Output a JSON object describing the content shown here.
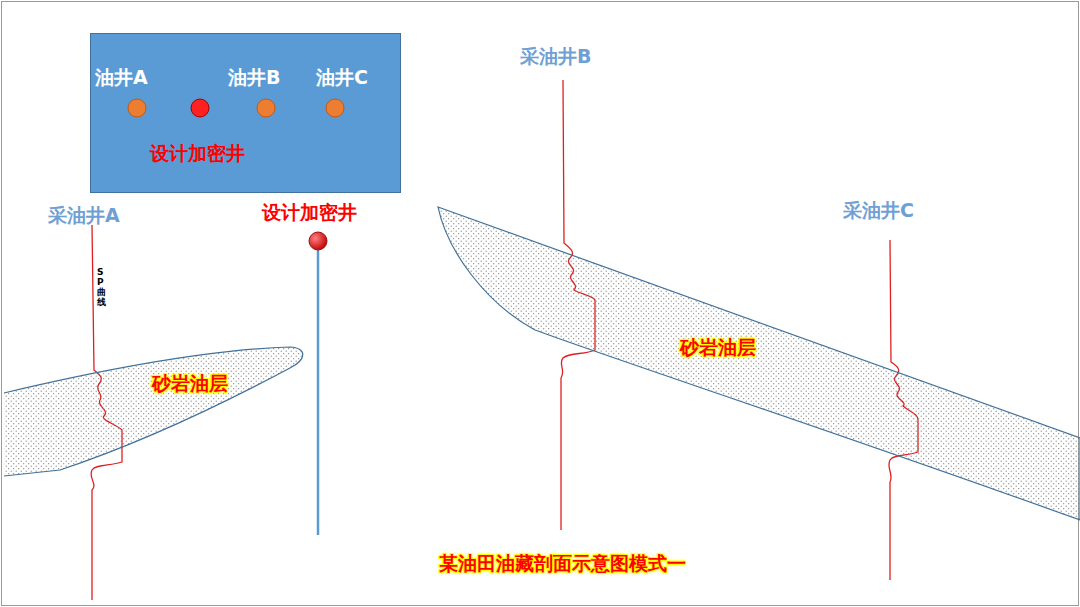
{
  "diagram": {
    "caption": "某油田油藏剖面示意图模式一",
    "nodes": [
      {
        "text": [
          "油井A",
          "油井B",
          "油井C",
          "设计加密井"
        ]
      },
      {
        "text": [
          "砂岩油层"
        ]
      },
      {
        "text": [
          "砂岩油层"
        ]
      }
    ],
    "labels": [
      "采油井A",
      "SP曲线",
      "设计加密井",
      "采油井B",
      "采油井C"
    ]
  }
}
